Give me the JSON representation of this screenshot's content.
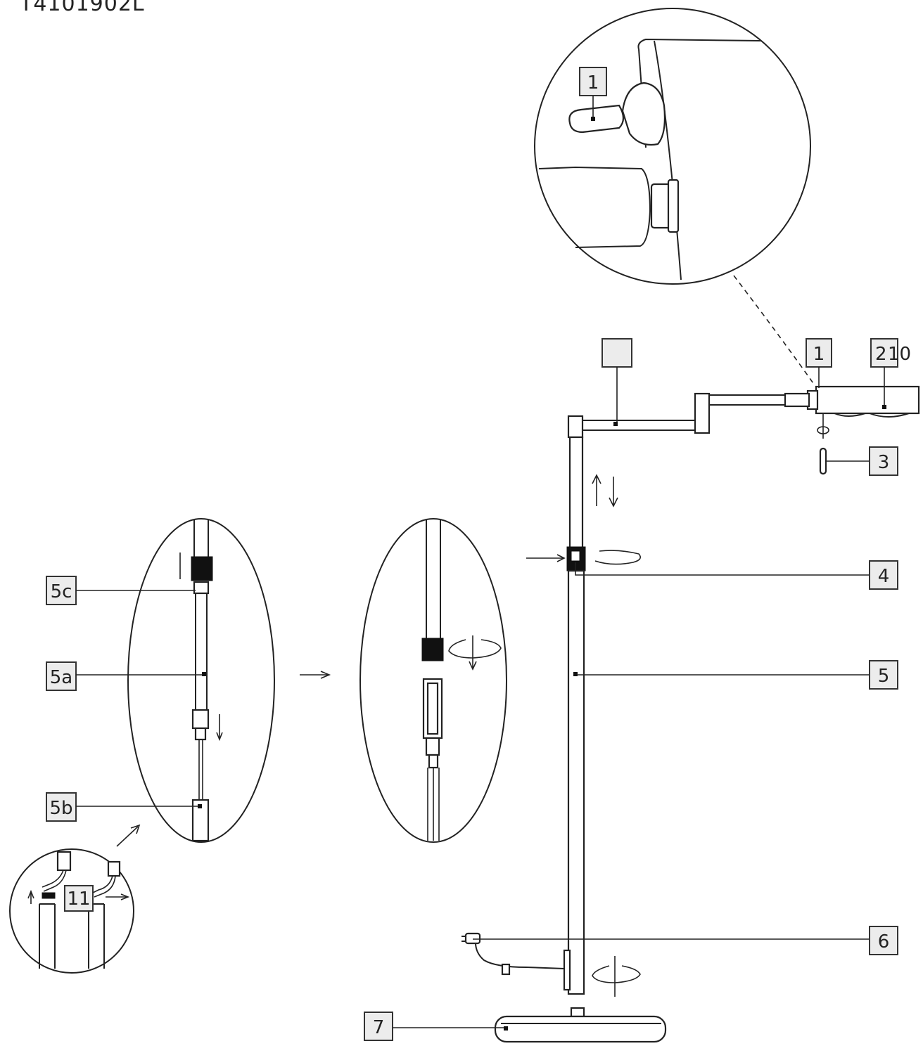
{
  "document": {
    "code": "T4101902L"
  },
  "labels": {
    "l1_zoom": "1",
    "l1": "1",
    "l2_prefix": "2",
    "l10_suffix": "10",
    "l3": "3",
    "l4": "4",
    "l5": "5",
    "l5a": "5a",
    "l5b": "5b",
    "l5c": "5c",
    "l6": "6",
    "l7": "7",
    "l11": "11",
    "blank": ""
  },
  "colors": {
    "line": "#222222",
    "label_box": "#ececec",
    "fill_dark": "#111111"
  }
}
